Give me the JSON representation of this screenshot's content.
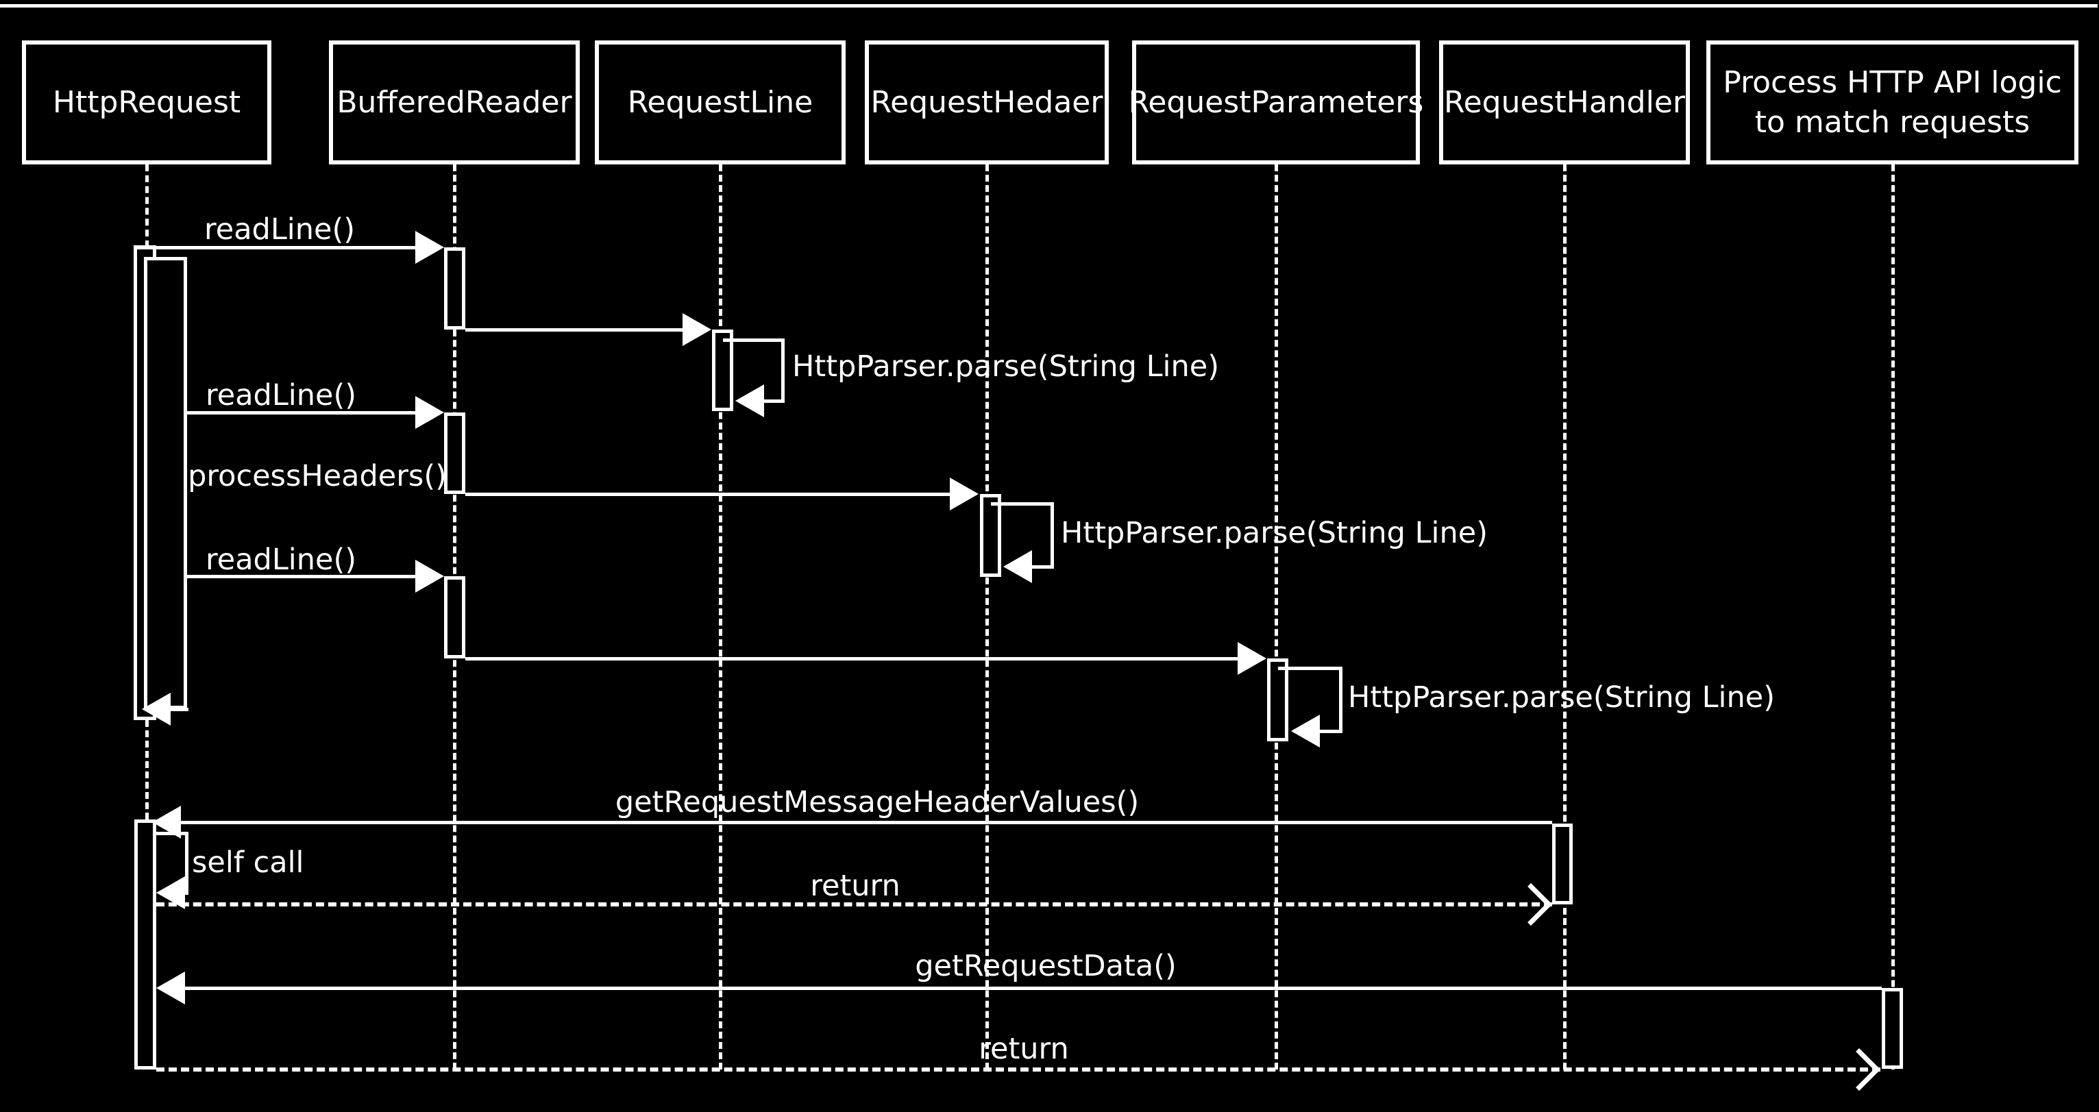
{
  "diagram": {
    "type": "uml-sequence-diagram",
    "background_color": "#000000",
    "line_color": "#ffffff",
    "text_color": "#ffffff"
  },
  "participants": [
    {
      "name": "HttpRequest"
    },
    {
      "name": "BufferedReader"
    },
    {
      "name": "RequestLine"
    },
    {
      "name": "RequestHedaer"
    },
    {
      "name": "RequestParameters"
    },
    {
      "name": "RequestHandler"
    },
    {
      "name": "Process HTTP API logic to match requests"
    }
  ],
  "messages": [
    {
      "label": "readLine()",
      "from": "HttpRequest",
      "to": "BufferedReader",
      "kind": "solid-call"
    },
    {
      "label": "",
      "from": "BufferedReader",
      "to": "RequestLine",
      "kind": "solid-call"
    },
    {
      "label": "HttpParser.parse(String Line)",
      "from": "RequestLine",
      "to": "RequestLine",
      "kind": "self-call"
    },
    {
      "label": "readLine()",
      "from": "HttpRequest",
      "to": "BufferedReader",
      "kind": "solid-call"
    },
    {
      "label": "processHeaders()",
      "from": "BufferedReader",
      "to": "RequestHedaer",
      "kind": "solid-call"
    },
    {
      "label": "HttpParser.parse(String Line)",
      "from": "RequestHedaer",
      "to": "RequestHedaer",
      "kind": "self-call"
    },
    {
      "label": "readLine()",
      "from": "HttpRequest",
      "to": "BufferedReader",
      "kind": "solid-call"
    },
    {
      "label": "",
      "from": "BufferedReader",
      "to": "RequestParameters",
      "kind": "solid-call"
    },
    {
      "label": "HttpParser.parse(String Line)",
      "from": "RequestParameters",
      "to": "RequestParameters",
      "kind": "self-call"
    },
    {
      "label": "",
      "from": "HttpRequest",
      "to": "HttpRequest",
      "kind": "return-to-activation"
    },
    {
      "label": "getRequestMessageHeaderValues()",
      "from": "RequestHandler",
      "to": "HttpRequest",
      "kind": "solid-call"
    },
    {
      "label": "self call",
      "from": "HttpRequest",
      "to": "HttpRequest",
      "kind": "self-call"
    },
    {
      "label": "return",
      "from": "HttpRequest",
      "to": "RequestHandler",
      "kind": "dashed-return"
    },
    {
      "label": "getRequestData()",
      "from": "Process HTTP API logic to match requests",
      "to": "HttpRequest",
      "kind": "solid-call"
    },
    {
      "label": "return",
      "from": "HttpRequest",
      "to": "Process HTTP API logic to match requests",
      "kind": "dashed-return"
    }
  ]
}
